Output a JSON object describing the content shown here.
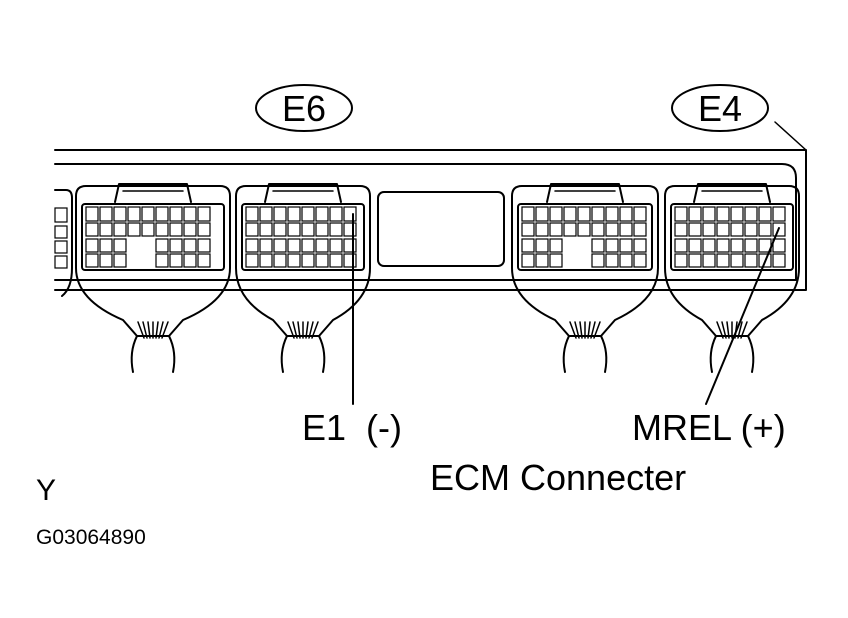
{
  "connectors": {
    "left": "E6",
    "right": "E4"
  },
  "pins": {
    "ground": "E1  (-)",
    "relay": "MREL (+)"
  },
  "caption": "ECM Connecter",
  "view": "Y",
  "figure_id": "G03064890"
}
